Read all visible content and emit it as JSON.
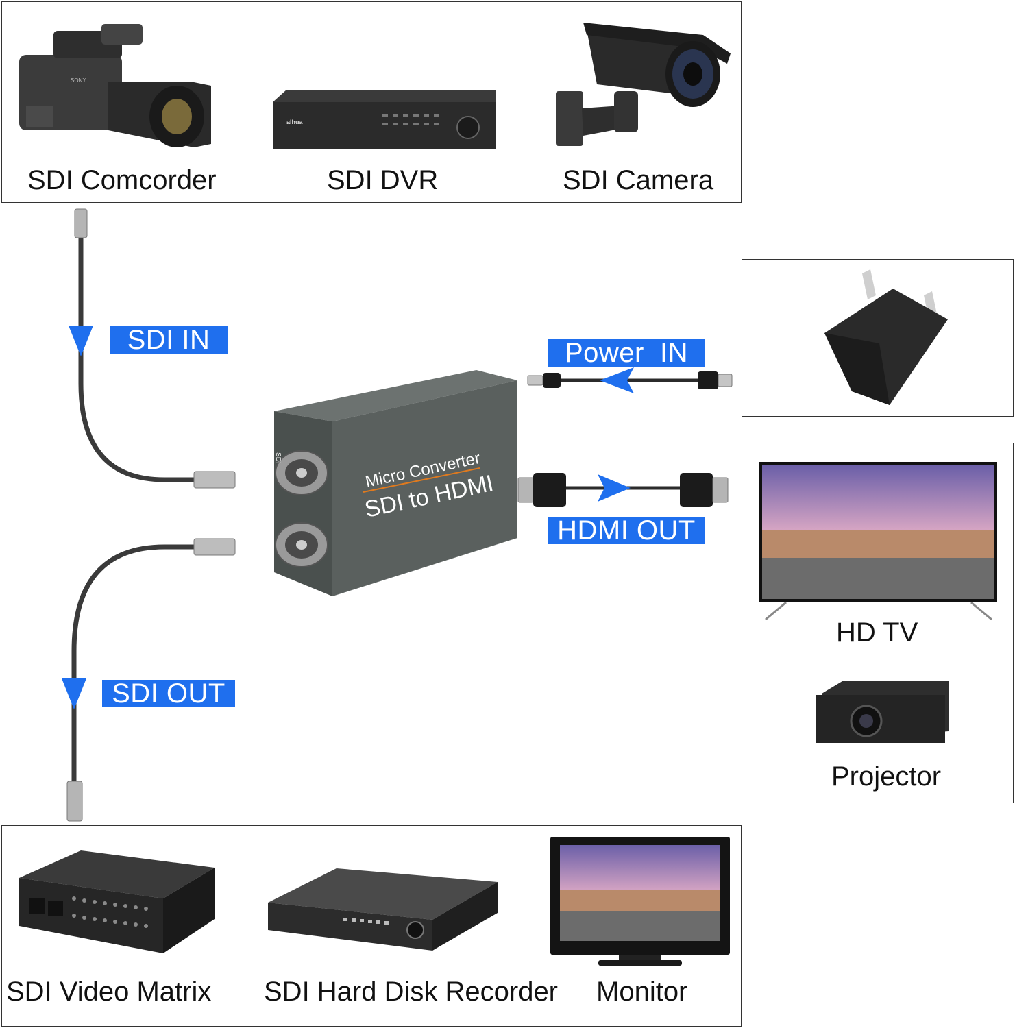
{
  "sources": {
    "camcorder_label": "SDI Comcorder",
    "dvr_label": "SDI DVR",
    "dvr_brand": "alhua",
    "camera_label": "SDI Camera"
  },
  "converter": {
    "line1": "Micro Converter",
    "line2": "SDI to HDMI",
    "port_label": "SDI"
  },
  "tags": {
    "sdi_in": "SDI IN",
    "sdi_out": "SDI OUT",
    "power_in": "Power  IN",
    "hdmi_out": "HDMI OUT"
  },
  "displays": {
    "tv_label": "HD TV",
    "projector_label": "Projector"
  },
  "destinations": {
    "matrix_label": "SDI Video Matrix",
    "recorder_label": "SDI Hard Disk Recorder",
    "monitor_label": "Monitor"
  },
  "colors": {
    "tag_blue": "#1f6fee",
    "arrow_blue": "#1f6fee",
    "cable": "#3a3a3a",
    "converter_body": "#5a605e"
  }
}
